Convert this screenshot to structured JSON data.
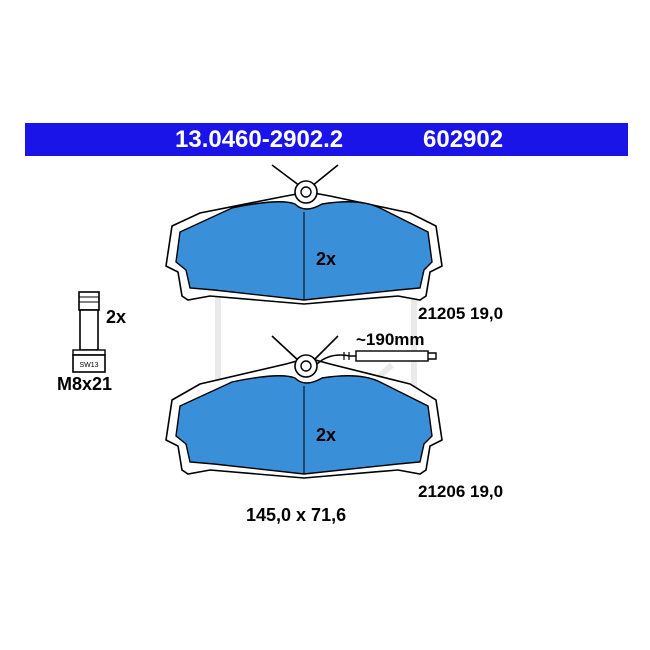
{
  "header": {
    "part_number": "13.0460-2902.2",
    "reference": "602902",
    "background_color": "#1a14e8"
  },
  "pads": [
    {
      "quantity": "2x",
      "code_label": "21205 19,0",
      "fill_color": "#3a8fd9"
    },
    {
      "quantity": "2x",
      "code_label": "21206 19,0",
      "fill_color": "#3a8fd9"
    }
  ],
  "wear_sensor": {
    "length_label": "~190mm"
  },
  "bolt": {
    "quantity": "2x",
    "size_label": "M8x21",
    "wrench_label": "SW13"
  },
  "dimensions_label": "145,0 x 71,6"
}
